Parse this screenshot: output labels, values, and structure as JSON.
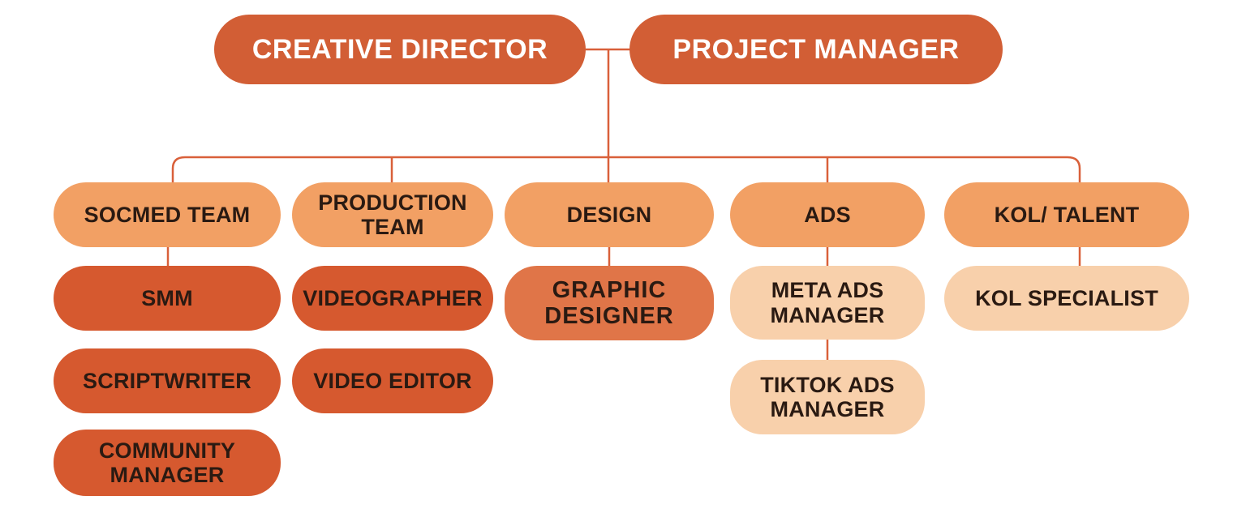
{
  "org_chart": {
    "colors": {
      "top_fill": "#d25e35",
      "team_fill": "#f2a064",
      "role_dark_fill": "#d6592f",
      "role_medium_fill": "#e07548",
      "role_light_fill": "#f8d0ab",
      "connector": "#d9603a",
      "top_text": "#ffffff",
      "box_text": "#2a1a12"
    },
    "leaders": [
      {
        "label": "CREATIVE DIRECTOR"
      },
      {
        "label": "PROJECT MANAGER"
      }
    ],
    "teams": [
      {
        "label": "SOCMED TEAM",
        "roles": [
          "SMM",
          "SCRIPTWRITER",
          "COMMUNITY MANAGER"
        ]
      },
      {
        "label": "PRODUCTION TEAM",
        "roles": [
          "VIDEOGRAPHER",
          "VIDEO EDITOR"
        ]
      },
      {
        "label": "DESIGN",
        "roles": [
          "GRAPHIC DESIGNER"
        ]
      },
      {
        "label": "ADS",
        "roles": [
          "META ADS MANAGER",
          "TIKTOK ADS MANAGER"
        ]
      },
      {
        "label": "KOL/ TALENT",
        "roles": [
          "KOL SPECIALIST"
        ]
      }
    ]
  }
}
